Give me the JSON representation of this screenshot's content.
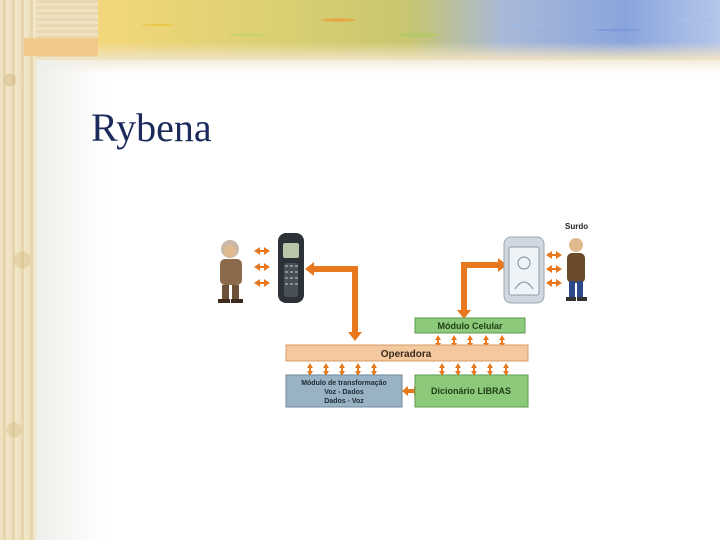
{
  "slide": {
    "title": "Rybena"
  },
  "diagram": {
    "label_deaf": "Surdo",
    "modulo_celular": "Módulo Celular",
    "operadora": "Operadora",
    "modulo_transformacao": "Módulo de transformação",
    "voz_dados": "Voz - Dados",
    "dados_voz": "Dados - Voz",
    "dicionario": "Dicionário LIBRAS"
  },
  "colors": {
    "title": "#1c2a5c",
    "arrow_orange": "#e8781e",
    "box_green": "#8cc97a",
    "box_peach": "#f5c9a0",
    "box_blue": "#9ab3c4"
  }
}
